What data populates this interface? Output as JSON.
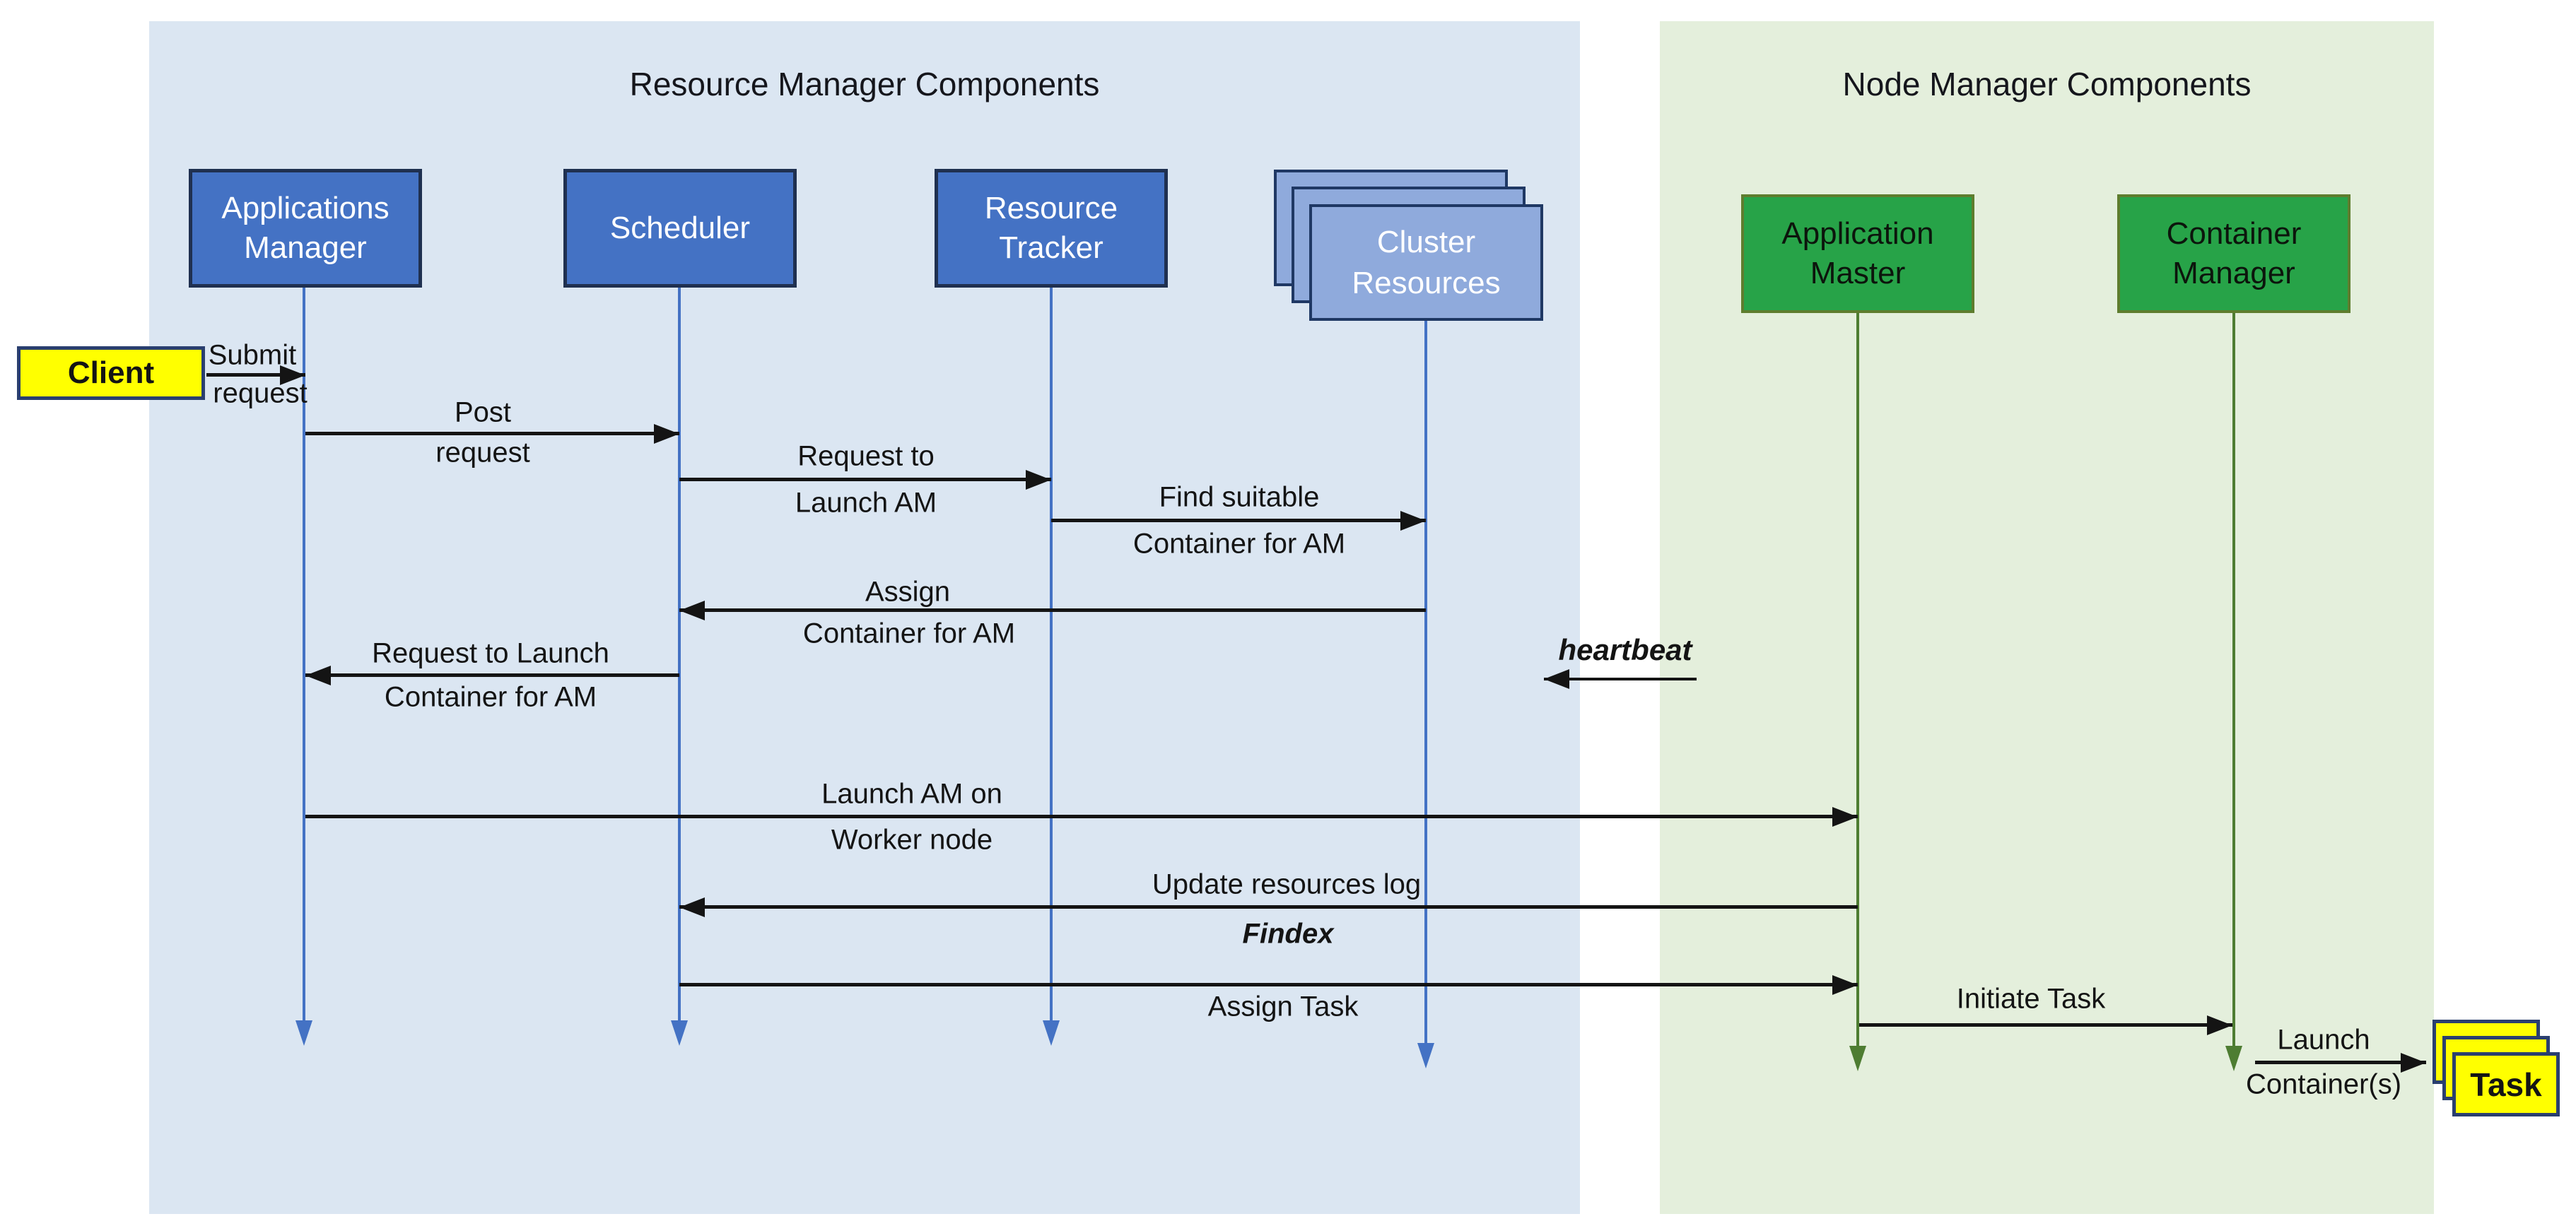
{
  "diagram": {
    "panels": {
      "resource_manager": {
        "title": "Resource Manager Components"
      },
      "node_manager": {
        "title": "Node Manager Components"
      }
    },
    "actors": {
      "applications_manager": "Applications Manager",
      "scheduler": "Scheduler",
      "resource_tracker": "Resource Tracker",
      "cluster_resources": "Cluster Resources",
      "application_master": "Application Master",
      "container_manager": "Container Manager",
      "client": "Client",
      "task": "Task"
    },
    "messages": {
      "submit_request": {
        "line1": "Submit",
        "line2": "request"
      },
      "post_request": {
        "line1": "Post",
        "line2": "request"
      },
      "request_to_launch_am": {
        "line1": "Request to",
        "line2": "Launch AM"
      },
      "find_suitable_container": {
        "line1": "Find suitable",
        "line2": "Container for AM"
      },
      "assign_container": {
        "line1": "Assign",
        "line2": "Container for AM"
      },
      "request_to_launch_container": {
        "line1": "Request to Launch",
        "line2": "Container for AM"
      },
      "heartbeat": {
        "label": "heartbeat"
      },
      "launch_am_on_worker_node": {
        "line1": "Launch AM on",
        "line2": "Worker node"
      },
      "update_resources_log": {
        "line1": "Update resources log",
        "line2": "Findex"
      },
      "assign_task": {
        "label": "Assign Task"
      },
      "initiate_task": {
        "label": "Initiate Task"
      },
      "launch_containers": {
        "line1": "Launch",
        "line2": "Container(s)"
      }
    },
    "colors": {
      "rm_panel_bg": "#dbe6f2",
      "nm_panel_bg": "#e4efdc",
      "blue_box_fill": "#4472c4",
      "blue_box_border": "#1f3050",
      "cluster_box_fill": "#8faadc",
      "cluster_box_border": "#1f3864",
      "green_box_fill": "#27a348",
      "green_box_border": "#5e7d2e",
      "yellow_fill": "#ffff00",
      "yellow_border": "#2a3f6f",
      "blue_lifeline": "#4472c4",
      "green_lifeline": "#4e7d32",
      "arrow_color": "#141414"
    }
  }
}
